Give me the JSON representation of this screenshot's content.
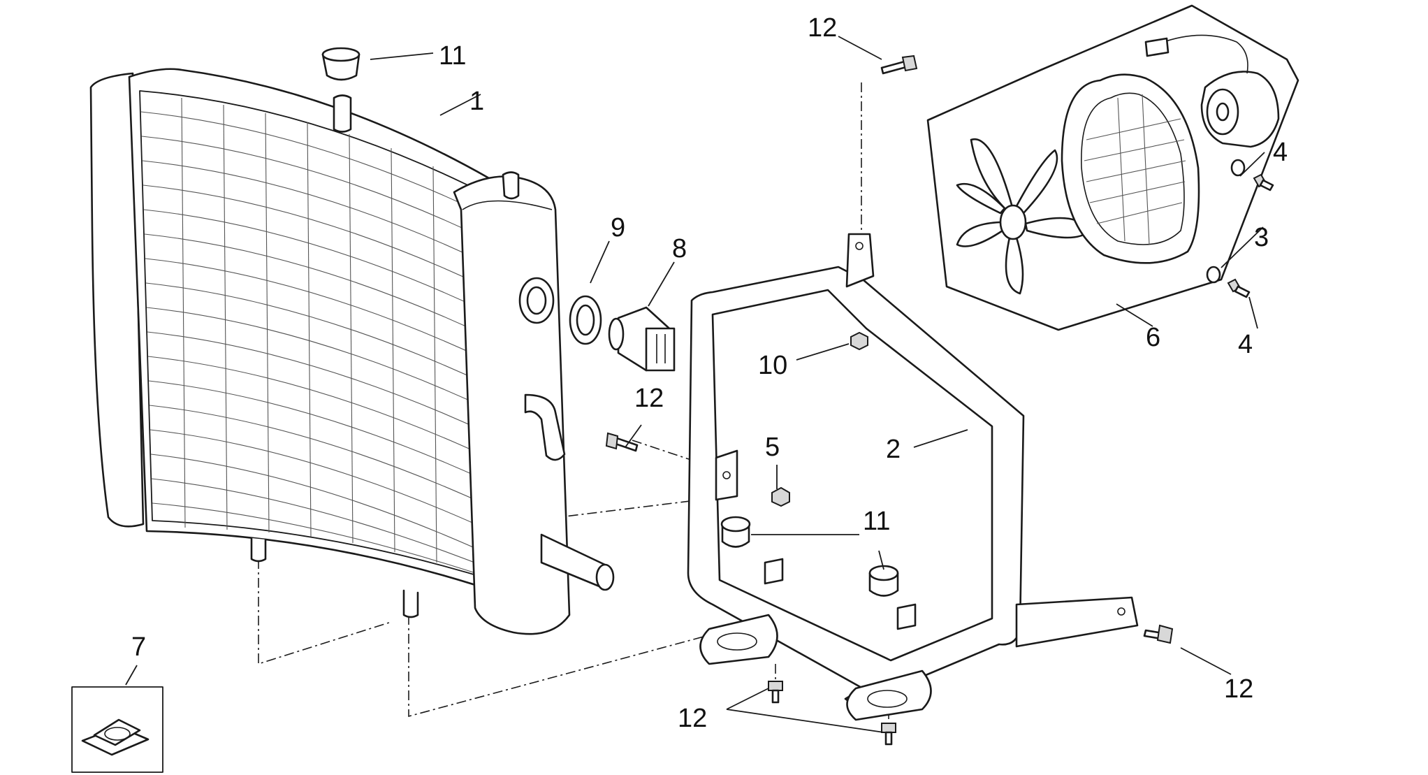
{
  "diagram": {
    "callouts": [
      {
        "id": "c1",
        "text": "1"
      },
      {
        "id": "c2",
        "text": "2"
      },
      {
        "id": "c3",
        "text": "3"
      },
      {
        "id": "c4a",
        "text": "4"
      },
      {
        "id": "c4b",
        "text": "4"
      },
      {
        "id": "c5",
        "text": "5"
      },
      {
        "id": "c6",
        "text": "6"
      },
      {
        "id": "c7",
        "text": "7"
      },
      {
        "id": "c8",
        "text": "8"
      },
      {
        "id": "c9",
        "text": "9"
      },
      {
        "id": "c10",
        "text": "10"
      },
      {
        "id": "c11a",
        "text": "11"
      },
      {
        "id": "c11b",
        "text": "11"
      },
      {
        "id": "c12a",
        "text": "12"
      },
      {
        "id": "c12b",
        "text": "12"
      },
      {
        "id": "c12c",
        "text": "12"
      },
      {
        "id": "c12d",
        "text": "12"
      }
    ]
  }
}
